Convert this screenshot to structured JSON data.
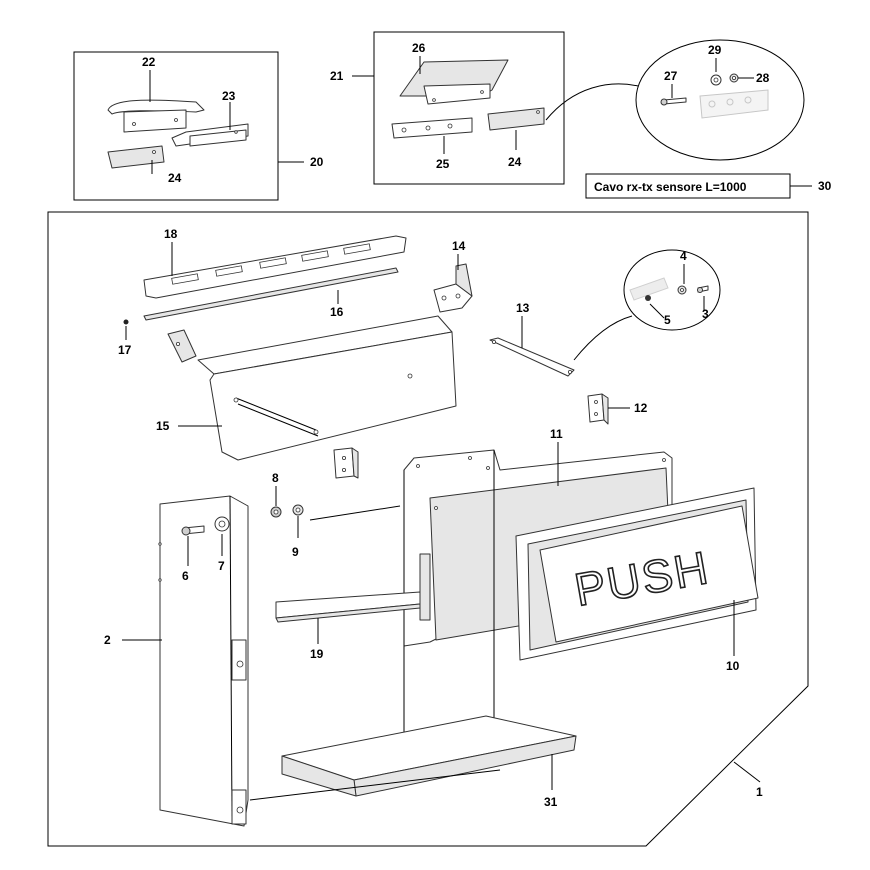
{
  "diagram": {
    "callouts": [
      {
        "id": "1",
        "label": "1"
      },
      {
        "id": "2",
        "label": "2"
      },
      {
        "id": "3",
        "label": "3"
      },
      {
        "id": "4",
        "label": "4"
      },
      {
        "id": "5",
        "label": "5"
      },
      {
        "id": "6",
        "label": "6"
      },
      {
        "id": "7",
        "label": "7"
      },
      {
        "id": "8",
        "label": "8"
      },
      {
        "id": "9",
        "label": "9"
      },
      {
        "id": "10",
        "label": "10"
      },
      {
        "id": "11",
        "label": "11"
      },
      {
        "id": "12",
        "label": "12"
      },
      {
        "id": "13",
        "label": "13"
      },
      {
        "id": "14",
        "label": "14"
      },
      {
        "id": "15",
        "label": "15"
      },
      {
        "id": "16",
        "label": "16"
      },
      {
        "id": "17",
        "label": "17"
      },
      {
        "id": "18",
        "label": "18"
      },
      {
        "id": "19",
        "label": "19"
      },
      {
        "id": "20",
        "label": "20"
      },
      {
        "id": "21",
        "label": "21"
      },
      {
        "id": "22",
        "label": "22"
      },
      {
        "id": "23",
        "label": "23"
      },
      {
        "id": "24a",
        "label": "24"
      },
      {
        "id": "24b",
        "label": "24"
      },
      {
        "id": "25",
        "label": "25"
      },
      {
        "id": "26",
        "label": "26"
      },
      {
        "id": "27",
        "label": "27"
      },
      {
        "id": "28",
        "label": "28"
      },
      {
        "id": "29",
        "label": "29"
      },
      {
        "id": "30",
        "label": "30"
      },
      {
        "id": "31",
        "label": "31"
      }
    ],
    "push_sign": "PUSH",
    "cable_note": "Cavo rx-tx sensore L=1000"
  }
}
